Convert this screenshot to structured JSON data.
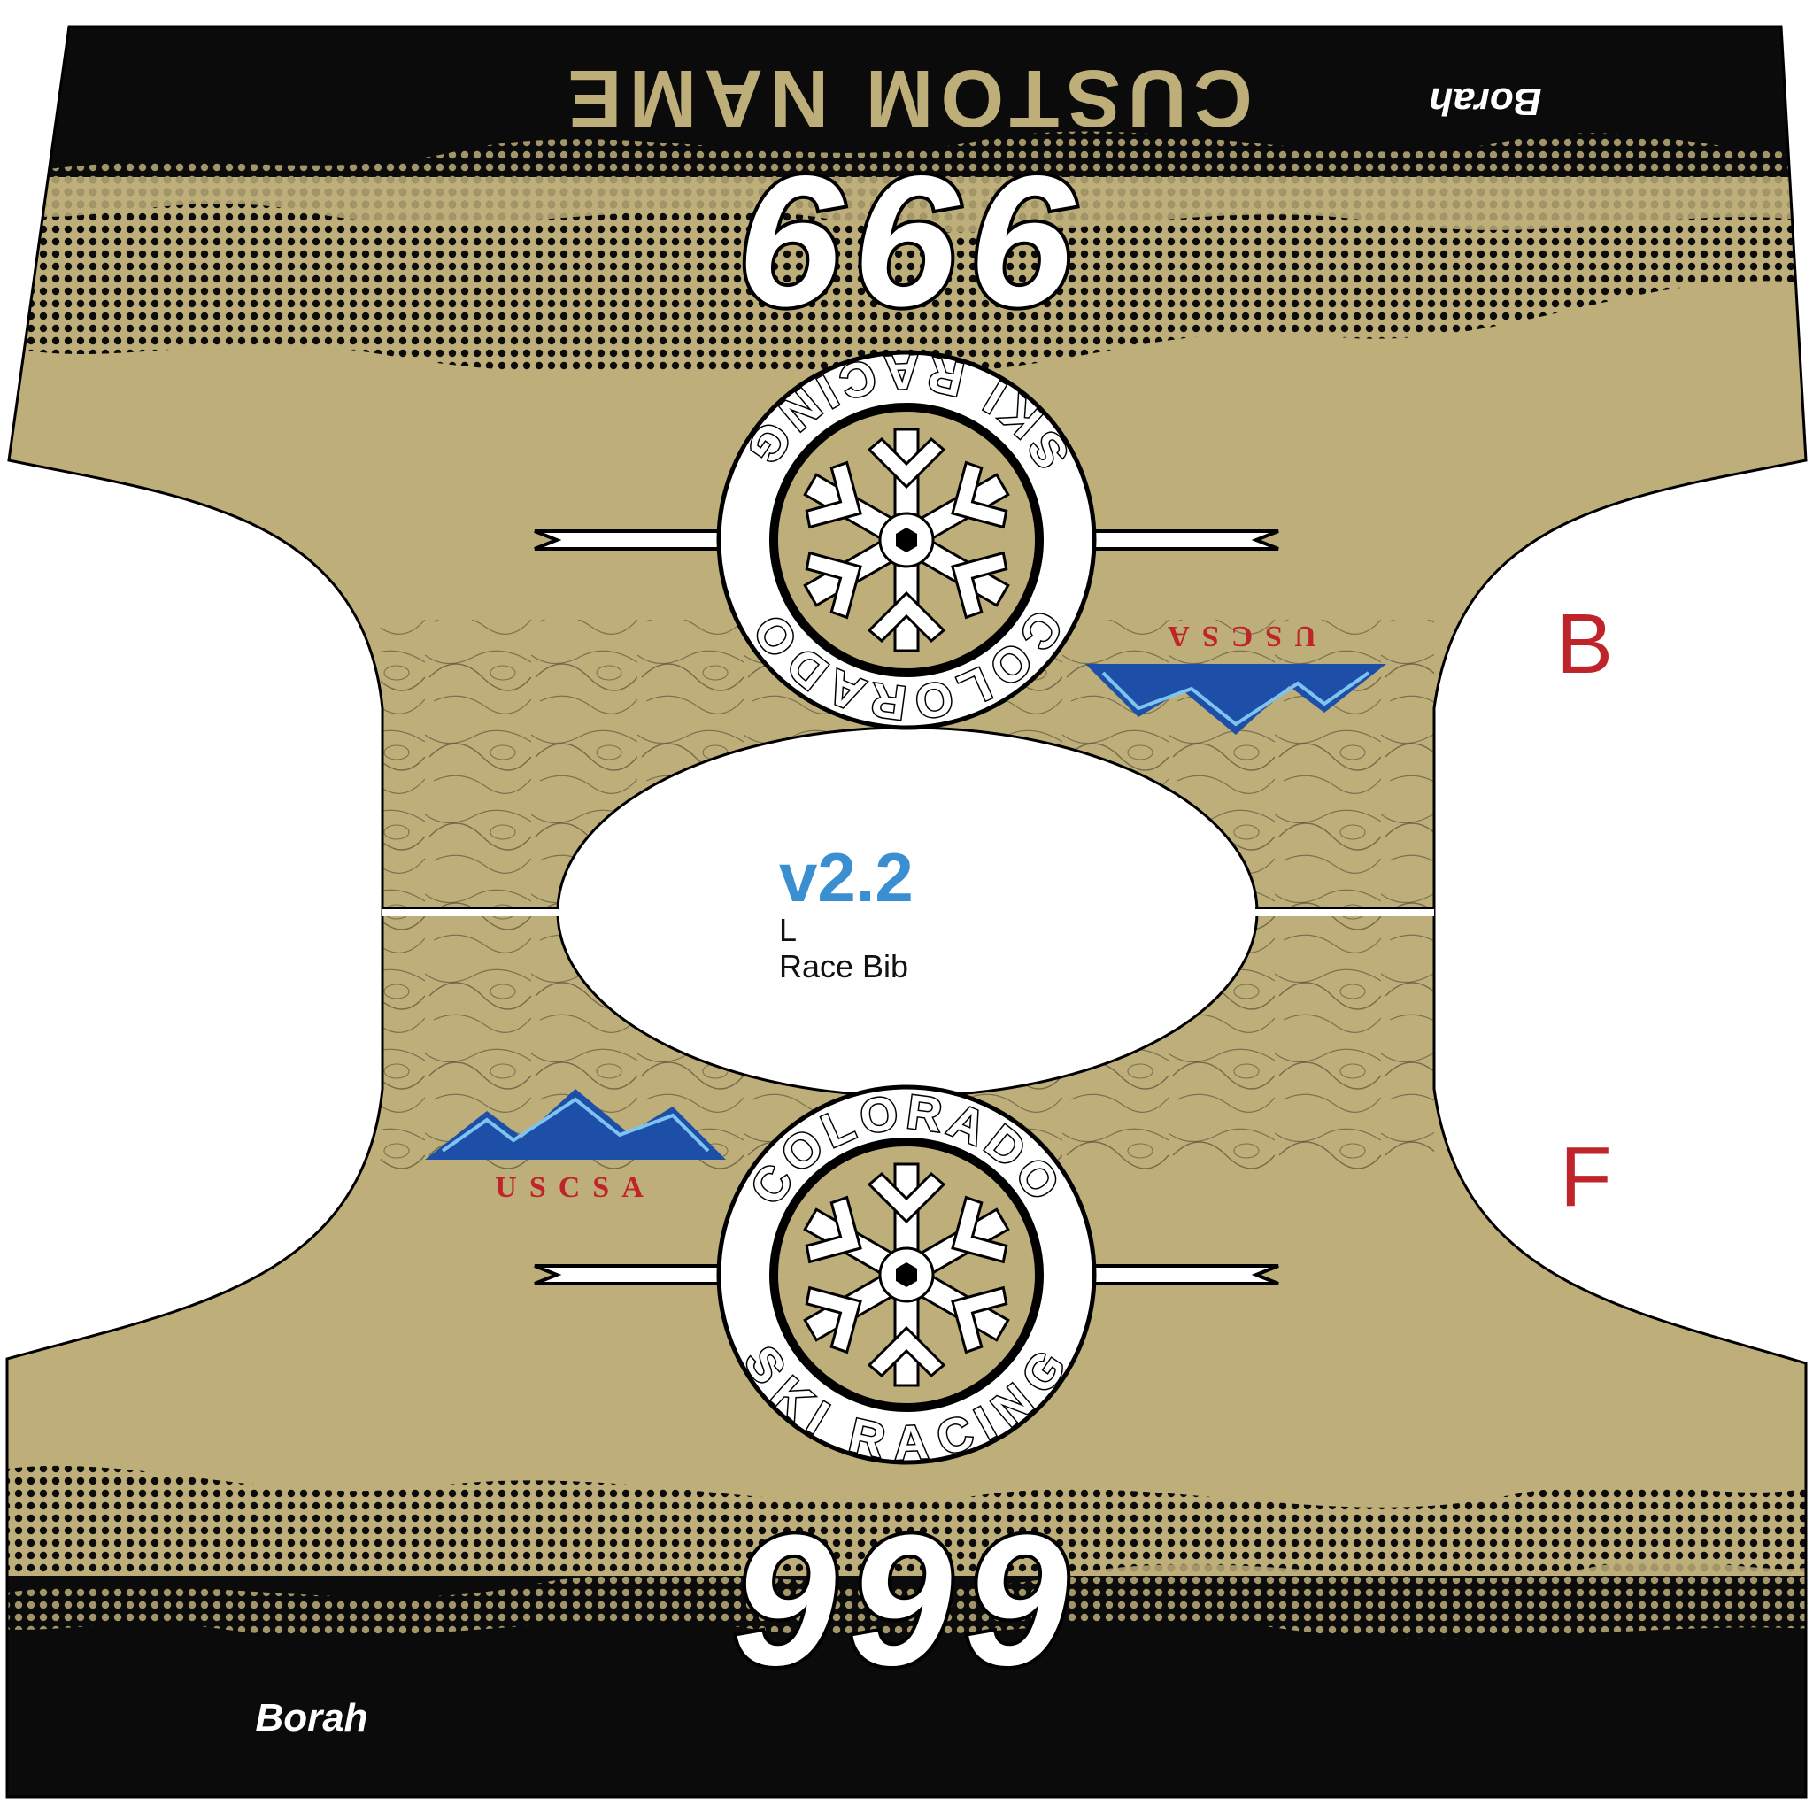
{
  "brand": "Borah",
  "custom_name": "CUSTOM NAME",
  "bib_number": "999",
  "club_logo": {
    "line_top": "COLORADO",
    "line_bottom": "SKI RACING"
  },
  "assoc_logo": "USCSA",
  "sides": {
    "back": "B",
    "front": "F"
  },
  "center": {
    "version": "v2.2",
    "size": "L",
    "product": "Race Bib"
  },
  "colors": {
    "panel_black": "#0b0b0b",
    "tan": "#bdae7a",
    "tan_dark": "#8f8256",
    "red": "#c0242b",
    "blue": "#3a8fd1",
    "uscsa_blue": "#1d4fa8"
  }
}
